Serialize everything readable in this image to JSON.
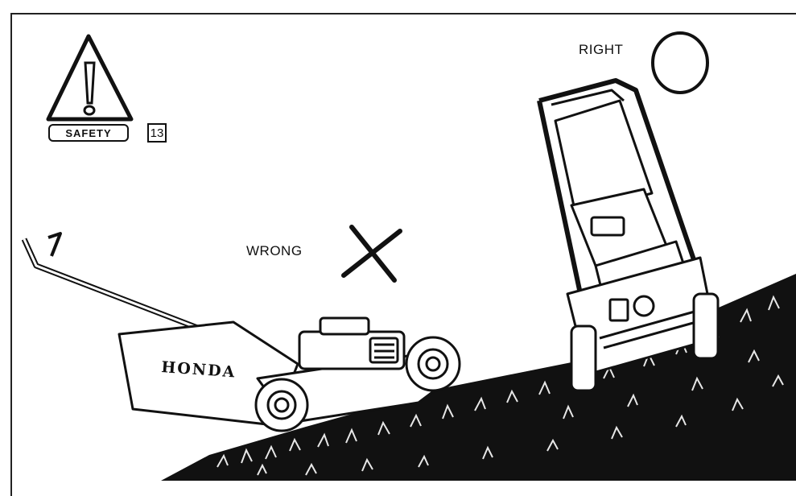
{
  "figure": {
    "safety_label": "SAFETY",
    "figure_number": "13",
    "wrong_label": "WRONG",
    "right_label": "RIGHT",
    "brand_logo_text": "HONDA",
    "icons": {
      "warning": "warning-triangle-icon",
      "wrong": "x-mark-icon",
      "right": "circle-mark-icon"
    }
  }
}
